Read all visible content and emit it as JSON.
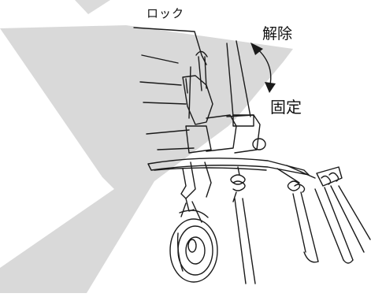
{
  "labels": {
    "lock": "ロック",
    "release": "解除",
    "fix": "固定"
  },
  "colors": {
    "band": "#d7d7d7",
    "line": "#1a1a1a",
    "background": "#ffffff"
  }
}
